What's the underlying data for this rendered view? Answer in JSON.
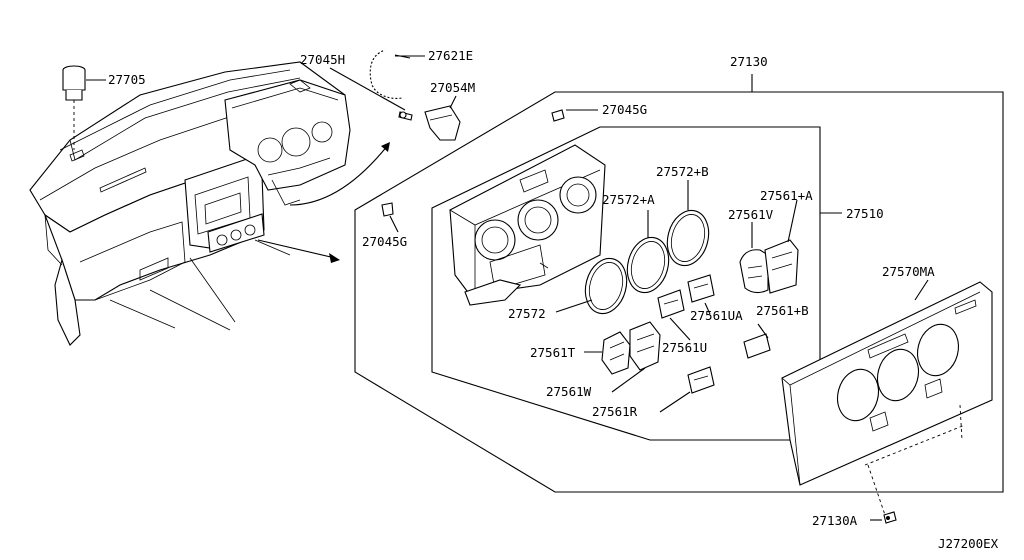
{
  "callouts": {
    "c27705": "27705",
    "c27045H": "27045H",
    "c27621E": "27621E",
    "c27054M": "27054M",
    "c27130": "27130",
    "c27045G_top": "27045G",
    "c27045G_left": "27045G",
    "c27572B": "27572+B",
    "c27572A": "27572+A",
    "c27561A": "27561+A",
    "c27561V": "27561V",
    "c27510": "27510",
    "c27570MA": "27570MA",
    "c27572": "27572",
    "c27561UA": "27561UA",
    "c27561B": "27561+B",
    "c27561U": "27561U",
    "c27561T": "27561T",
    "c27561W": "27561W",
    "c27561R": "27561R",
    "c27130A": "27130A"
  },
  "diagram_code": "J27200EX"
}
